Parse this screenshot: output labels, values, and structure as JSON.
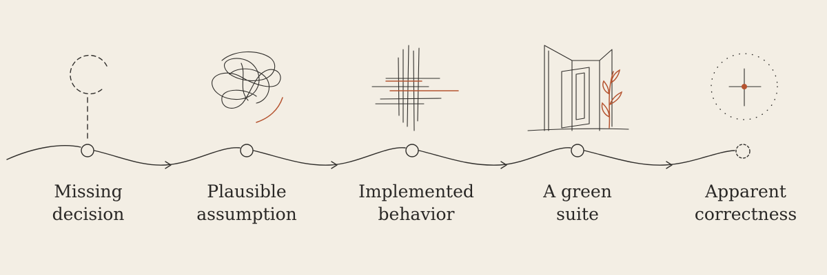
{
  "colors": {
    "background": "#f3eee4",
    "ink": "#2f2d2a",
    "accent": "#b5532f"
  },
  "steps": [
    {
      "icon": "dashed-broken-circle-icon",
      "line1": "Missing",
      "line2": "decision"
    },
    {
      "icon": "tangled-scribble-icon",
      "line1": "Plausible",
      "line2": "assumption"
    },
    {
      "icon": "crosshatch-grid-icon",
      "line1": "Implemented",
      "line2": "behavior"
    },
    {
      "icon": "facade-with-plant-icon",
      "line1": "A green",
      "line2": "suite"
    },
    {
      "icon": "dotted-circle-sparkle-icon",
      "line1": "Apparent",
      "line2": "correctness"
    }
  ]
}
